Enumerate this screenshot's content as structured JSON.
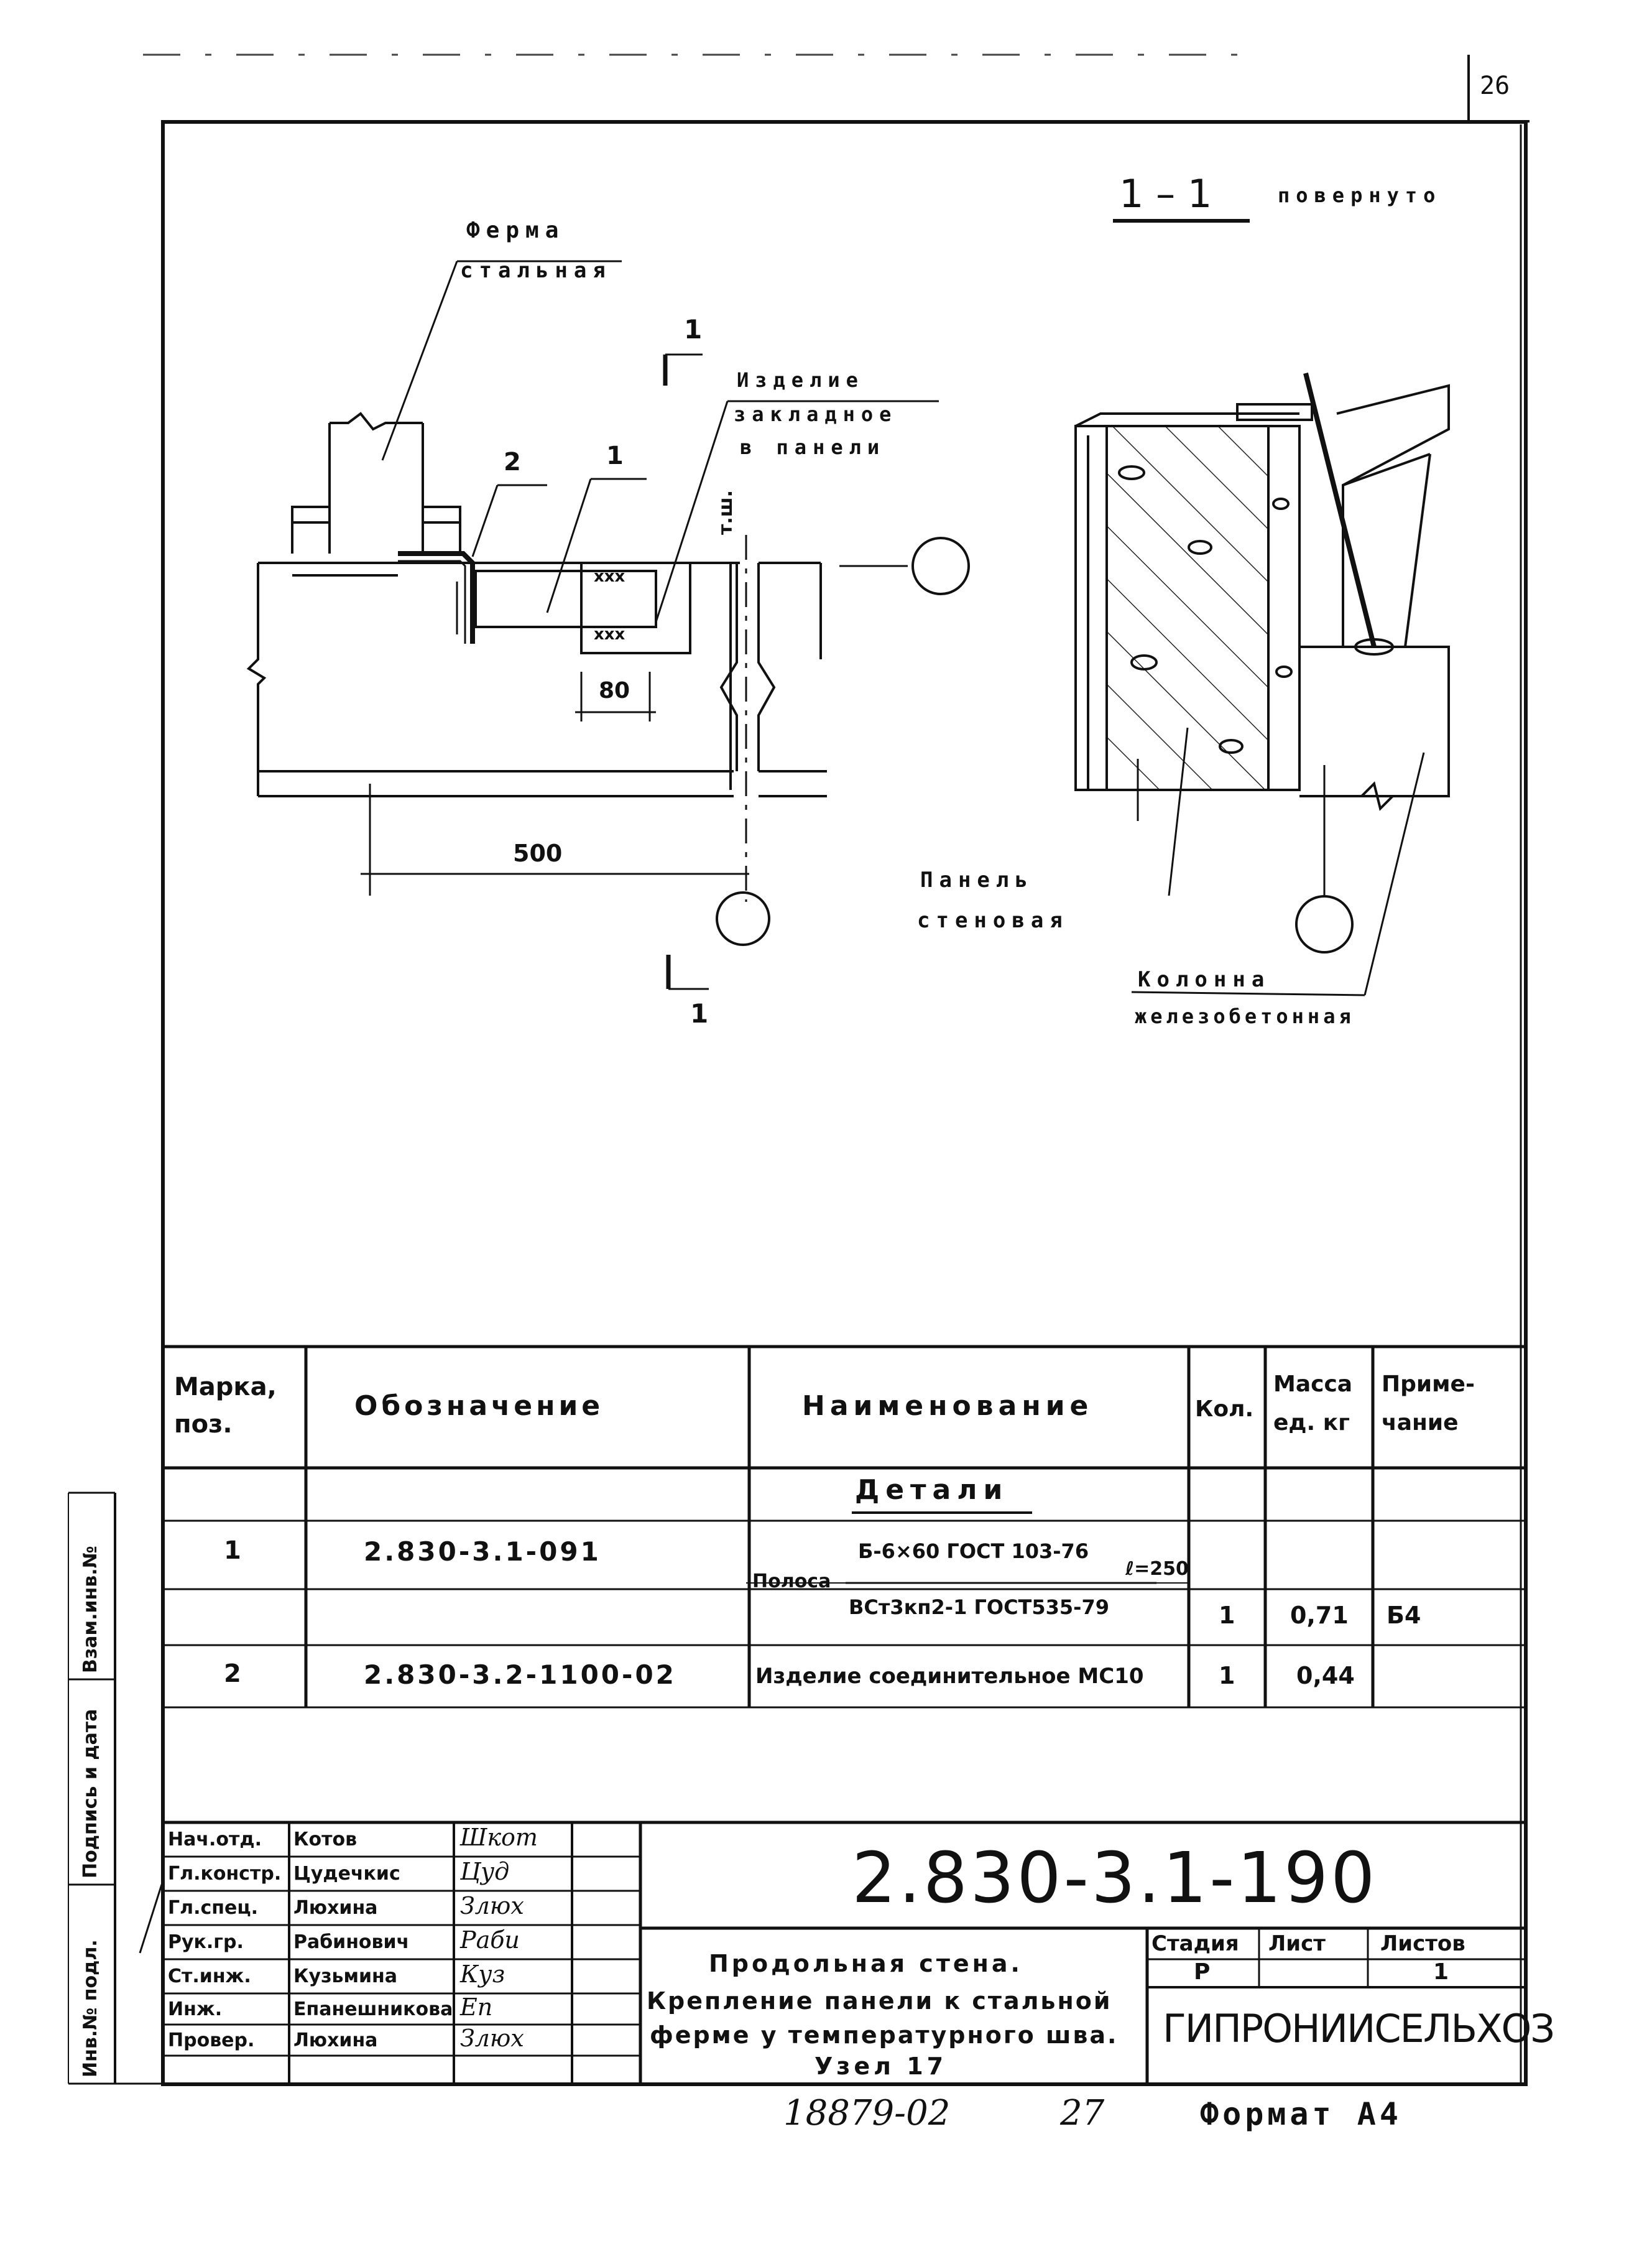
{
  "sheet_number": "26",
  "section": {
    "mark": "1 – 1",
    "note": "повернуто",
    "cut_number": "1"
  },
  "labels": {
    "truss": "Ферма",
    "truss2": "стальная",
    "embed1": "Изделие",
    "embed2": "закладное",
    "embed3": "в панели",
    "temp_joint": "т.ш.",
    "pos1": "1",
    "pos2": "2",
    "dim_80": "80",
    "dim_500": "500",
    "weld": "ххх",
    "panel1": "Панель",
    "panel2": "стеновая",
    "column1": "Колонна",
    "column2": "железобетонная"
  },
  "spec_table": {
    "headers": {
      "mark": "Марка, поз.",
      "designation": "Обозначение",
      "name": "Наименование",
      "qty": "Кол.",
      "mass": "Масса ед. кг",
      "note": "Приме- чание"
    },
    "group_title": "Детали",
    "rows": [
      {
        "mark": "1",
        "designation": "2.830-3.1-091",
        "name_prefix": "Полоса",
        "name_top": "Б-6×60 ГОСТ 103-76",
        "name_bottom": "ВСт3кп2-1 ГОСТ535-79",
        "length": "ℓ=250",
        "qty": "1",
        "mass": "0,71",
        "note": "Б4"
      },
      {
        "mark": "2",
        "designation": "2.830-3.2-1100-02",
        "name": "Изделие соединительное МС10",
        "qty": "1",
        "mass": "0,44",
        "note": ""
      }
    ]
  },
  "title_block": {
    "document_code": "2.830-3.1-190",
    "roles": [
      {
        "role": "Нач.отд.",
        "name": "Котов",
        "sig": "Шкот"
      },
      {
        "role": "Гл.констр.",
        "name": "Цудечкис",
        "sig": "Цуд"
      },
      {
        "role": "Гл.спец.",
        "name": "Люхина",
        "sig": "Злюх"
      },
      {
        "role": "Рук.гр.",
        "name": "Рабинович",
        "sig": "Раби"
      },
      {
        "role": "Ст.инж.",
        "name": "Кузьмина",
        "sig": "Куз"
      },
      {
        "role": "Инж.",
        "name": "Епанешникова",
        "sig": "Еп"
      },
      {
        "role": "Провер.",
        "name": "Люхина",
        "sig": "Злюх"
      }
    ],
    "title_lines": [
      "Продольная стена.",
      "Крепление панели к стальной",
      "ферме у температурного шва.",
      "Узел 17"
    ],
    "stage_label": "Стадия",
    "sheet_label": "Лист",
    "sheets_label": "Листов",
    "stage": "Р",
    "sheets": "1",
    "org": "ГИПРОНИИСЕЛЬХОЗ"
  },
  "side_stamps": [
    "Взам.инв.№",
    "Подпись и дата",
    "Инв.№ подл."
  ],
  "footer": {
    "code": "18879-02",
    "page": "27",
    "format": "Формат А4"
  }
}
